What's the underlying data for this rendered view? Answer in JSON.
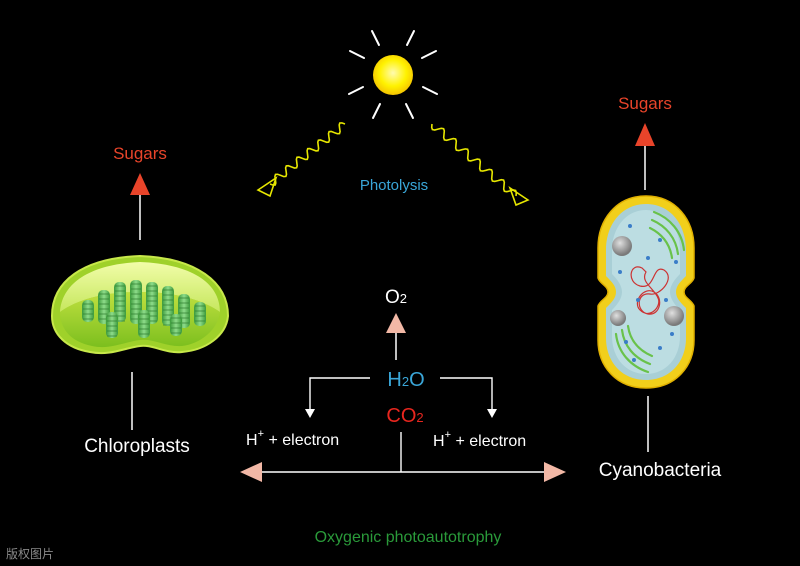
{
  "labels": {
    "sugars_left": "Sugars",
    "sugars_right": "Sugars",
    "photolysis": "Photolysis",
    "o2": "O2",
    "h2o": "H2O",
    "co2": "CO2",
    "h_plus_electron_left": "H",
    "h_plus_electron_left_sup": "+",
    "h_plus_electron_left_rest": " + electron",
    "h_plus_electron_right": "H",
    "h_plus_electron_right_sup": "+",
    "h_plus_electron_right_rest": " + electron",
    "chloroplasts": "Chloroplasts",
    "cyanobacteria": "Cyanobacteria",
    "bottom_caption": "Oxygenic photoautotrophy",
    "watermark": "版权图片"
  },
  "colors": {
    "background": "#000000",
    "sugars": "#e8442a",
    "photolysis": "#3aa6d8",
    "h2o": "#3aa6d8",
    "co2": "#e8261e",
    "caption": "#2a9a3a",
    "arrow": "#f2b8a6",
    "sun": "#ffee00",
    "wave": "#e6e600"
  },
  "icons": [
    "sun-icon",
    "chloroplast-icon",
    "cyanobacteria-icon"
  ]
}
